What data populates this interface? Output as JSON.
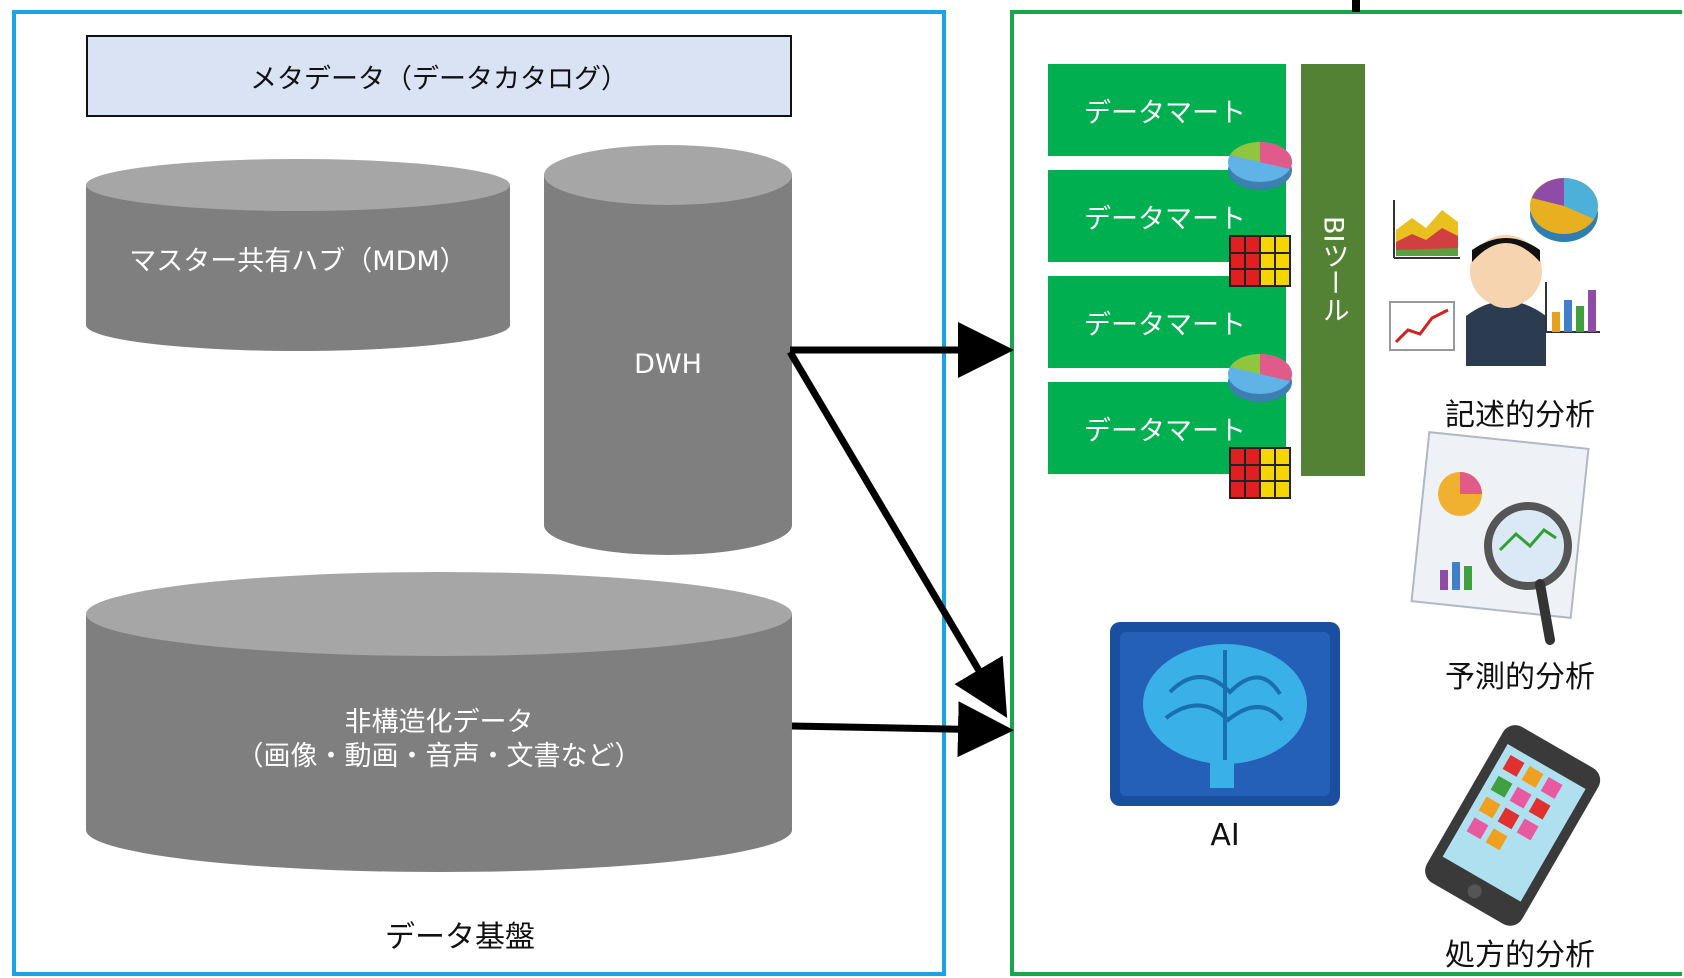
{
  "platform": {
    "caption": "データ基盤",
    "metadata_label": "メタデータ（データカタログ）",
    "mdm_label": "マスター共有ハブ（MDM）",
    "dwh_label": "DWH",
    "unstructured_line1": "非構造化データ",
    "unstructured_line2": "（画像・動画・音声・文書など）"
  },
  "usage": {
    "data_marts": [
      "データマート",
      "データマート",
      "データマート",
      "データマート"
    ],
    "bi_tool_label": "BIツール",
    "descriptive_label": "記述的分析",
    "predictive_label": "予測的分析",
    "prescriptive_label": "処方的分析",
    "ai_label": "AI"
  },
  "colors": {
    "platform_border": "#1ba4e3",
    "usage_border": "#19a64a",
    "metadata_fill": "#dae3f3",
    "cylinder_body": "#7f7f7f",
    "cylinder_top": "#a6a6a6",
    "data_mart": "#00b050",
    "bi_tool": "#548235"
  },
  "icons": [
    "pie-chart-icon",
    "cube-icon",
    "analyst-person-icon",
    "report-magnifier-icon",
    "ai-brain-icon",
    "smartphone-icon",
    "area-chart-icon",
    "line-chart-icon",
    "bar-chart-icon"
  ]
}
